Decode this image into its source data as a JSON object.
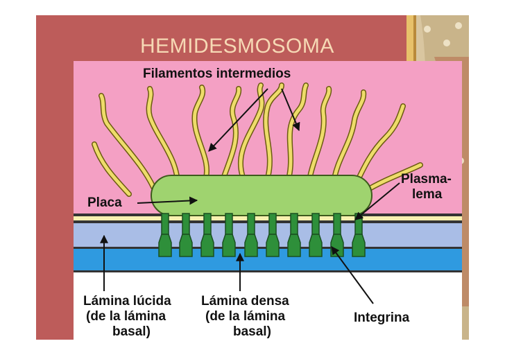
{
  "slide": {
    "title": "HEMIDESMOSOMA"
  },
  "diagram": {
    "labels": {
      "filaments": "Filamentos intermedios",
      "plaque": "Placa",
      "plasmalemma_line1": "Plasma-",
      "plasmalemma_line2": "lema",
      "lucida_line1": "Lámina lúcida",
      "lucida_line2": "(de la lámina",
      "lucida_line3": "basal)",
      "densa_line1": "Lámina densa",
      "densa_line2": "(de la lámina",
      "densa_line3": "basal)",
      "integrin": "Integrina"
    },
    "colors": {
      "cytoplasm": "#f4a0c4",
      "plaque": "#9fd36f",
      "filament": "#e8d060",
      "integrin": "#2e8f3a",
      "lamina_lucida": "#a9bde6",
      "lamina_densa": "#2f9ae0",
      "membrane": "#f7f0b0",
      "extracellular": "#ffffff",
      "slide_bg": "#bd5c5a",
      "title": "#f6d9b5"
    }
  }
}
